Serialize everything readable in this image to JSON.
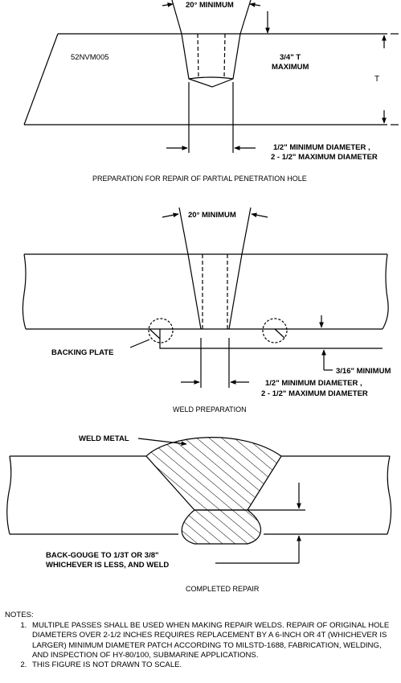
{
  "figure1": {
    "code": "52NVM005",
    "angle": "20° MINIMUM",
    "depth_line1": "3/4\" T",
    "depth_line2": "MAXIMUM",
    "thickness": "T",
    "diameter_line1": "1/2\" MINIMUM DIAMETER ,",
    "diameter_line2": "2 - 1/2\" MAXIMUM DIAMETER",
    "caption": "PREPARATION FOR REPAIR OF PARTIAL PENETRATION HOLE"
  },
  "figure2": {
    "angle": "20° MINIMUM",
    "backing": "BACKING PLATE",
    "gap": "3/16\" MINIMUM",
    "diameter_line1": "1/2\" MINIMUM DIAMETER ,",
    "diameter_line2": "2 - 1/2\" MAXIMUM DIAMETER",
    "caption": "WELD PREPARATION"
  },
  "figure3": {
    "weld_metal": "WELD METAL",
    "backgouge_line1": "BACK-GOUGE TO 1/3T OR 3/8\"",
    "backgouge_line2": "WHICHEVER IS LESS, AND WELD",
    "caption": "COMPLETED REPAIR"
  },
  "notes": {
    "header": "NOTES:",
    "items": [
      "MULTIPLE PASSES SHALL BE USED WHEN MAKING REPAIR WELDS. REPAIR OF ORIGINAL HOLE DIAMETERS OVER 2-1/2 INCHES REQUIRES REPLACEMENT BY A 6-INCH OR 4T (WHICHEVER IS LARGER) MINIMUM DIAMETER PATCH ACCORDING TO MILSTD-1688, FABRICATION, WELDING, AND INSPECTION OF HY-80/100, SUBMARINE APPLICATIONS.",
      "THIS FIGURE IS NOT DRAWN TO SCALE."
    ]
  }
}
